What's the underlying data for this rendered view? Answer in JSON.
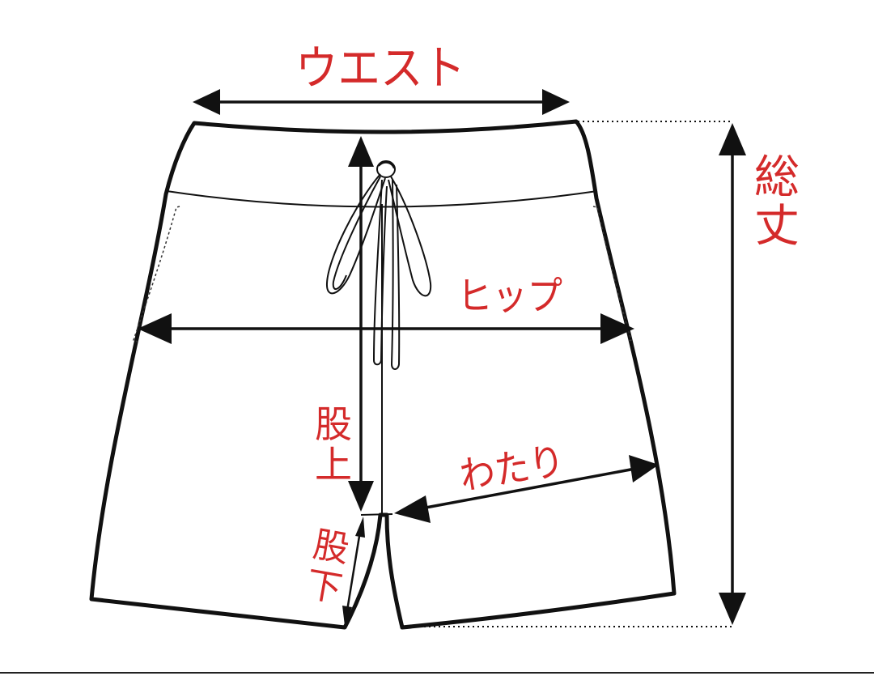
{
  "labels": {
    "waist": "ウエスト",
    "total_length": "総丈",
    "hip": "ヒップ",
    "rise": "股上",
    "inseam": "股下",
    "thigh": "わたり"
  },
  "colors": {
    "label": "#d42a2a",
    "line": "#111111",
    "background": "#ffffff"
  }
}
